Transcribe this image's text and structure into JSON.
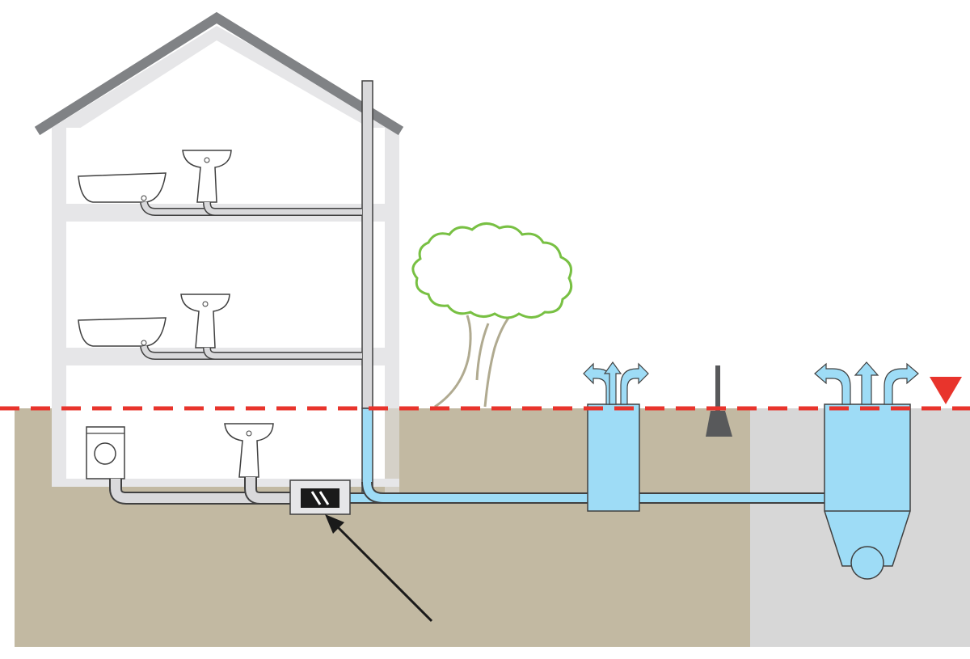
{
  "diagram": {
    "kind": "building drainage cross-section",
    "elements": [
      "house",
      "roof",
      "upper-floor",
      "middle-floor",
      "basement",
      "bathtub",
      "washbasin",
      "washing-machine",
      "vent-stack",
      "backflow-valve",
      "pointer-arrow",
      "tree",
      "inspection-shaft",
      "street-gully",
      "sewer-main",
      "backflow-level-line",
      "backflow-level-marker"
    ]
  },
  "colors": {
    "ground": "#c2b9a2",
    "street_ground": "#d7d7d7",
    "house_wall": "#e6e6e8",
    "roof": "#808285",
    "floor_slab": "#e6e6e8",
    "pipe_grey": "#d9d9db",
    "pipe_outline": "#404040",
    "water": "#9edcf6",
    "backflow_line": "#e8342c",
    "tree_crown": "#78c043",
    "tree_trunk": "#b0aa90",
    "valve_dark": "#1a1a1a",
    "gully_dark": "#58595b"
  },
  "icons": {
    "backflow_marker": "red-triangle-down-icon",
    "vent_flow": "curved-up-arrows-icon",
    "pointer": "long-arrow-icon"
  }
}
